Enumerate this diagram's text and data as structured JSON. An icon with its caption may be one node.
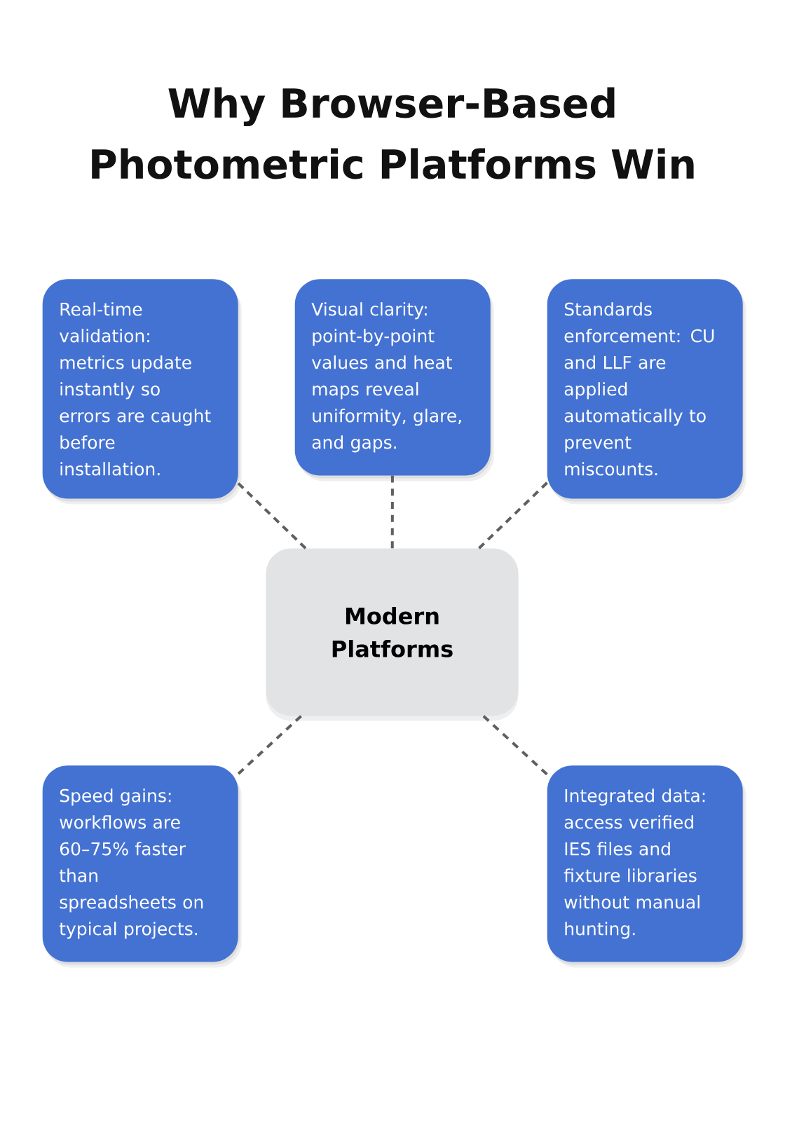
{
  "diagram": {
    "title": "Why Browser-Based Photometric Platforms Win",
    "nodes": [
      {
        "text": [
          "Real-time validation: metrics update instantly so errors are caught before installation."
        ]
      },
      {
        "text": [
          "Visual clarity: point-by-point values and heat maps reveal uniformity, glare, and gaps."
        ]
      },
      {
        "text": [
          "Standards enforcement: CU and LLF are applied automatically to prevent miscounts."
        ]
      },
      {
        "text": [
          "Modern Platforms"
        ]
      },
      {
        "text": [
          "Speed gains: workflows are 60–75% faster than spreadsheets on typical projects."
        ]
      },
      {
        "text": [
          "Integrated data: access verified IES files and fixture libraries without manual hunting."
        ]
      }
    ],
    "edges": [
      {
        "from": 3,
        "to": 0,
        "arrow": "none",
        "style": "dashed"
      },
      {
        "from": 3,
        "to": 1,
        "arrow": "none",
        "style": "dashed"
      },
      {
        "from": 3,
        "to": 2,
        "arrow": "none",
        "style": "dashed"
      },
      {
        "from": 3,
        "to": 4,
        "arrow": "none",
        "style": "dashed"
      },
      {
        "from": 3,
        "to": 5,
        "arrow": "none",
        "style": "dashed"
      }
    ]
  }
}
